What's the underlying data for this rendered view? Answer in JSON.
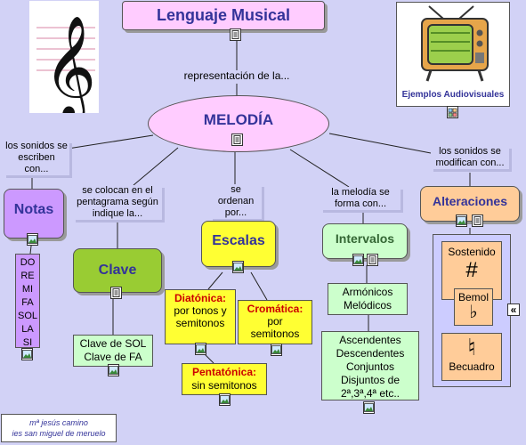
{
  "title": "Lenguaje Musical",
  "main_node": "MELODÍA",
  "main_link": "representación de la...",
  "tv_caption": "Ejemplos Audiovisuales",
  "links": {
    "notas": "los sonidos se escriben con...",
    "clave": "se colocan en el pentagrama según indique la...",
    "escalas": "se ordenan por...",
    "intervalos": "la melodía se forma con...",
    "alteraciones": "los sonidos se modifican con..."
  },
  "concepts": {
    "notas": "Notas",
    "clave": "Clave",
    "escalas": "Escalas",
    "intervalos": "Intervalos",
    "alteraciones": "Alteraciones"
  },
  "notes_list": [
    "DO",
    "RE",
    "MI",
    "FA",
    "SOL",
    "LA",
    "SI"
  ],
  "clave_detail": {
    "line1": "Clave de SOL",
    "line2": "Clave de FA"
  },
  "escalas_detail": {
    "diatonica_title": "Diatónica:",
    "diatonica_body": "por tonos y semitonos",
    "cromatica_title": "Cromática:",
    "cromatica_body": "por semitonos",
    "pentatonica_title": "Pentatónica:",
    "pentatonica_body": "sin semitonos"
  },
  "intervalos_detail": {
    "box1": "Armónicos Melódicos",
    "box2": "Ascendentes Descendentes Conjuntos Disjuntos de 2ª,3ª,4ª etc.."
  },
  "alteraciones_detail": {
    "sostenido": "Sostenido",
    "bemol": "Bemol",
    "becuadro": "Becuadro",
    "sharp_symbol": "#",
    "flat_symbol": "♭",
    "natural_symbol": "♮",
    "collapse_symbol": "«"
  },
  "credits": {
    "line1": "mª jesús camino",
    "line2": "ies san miguel de meruelo"
  },
  "colors": {
    "background": "#d2d2f6",
    "title_fill": "#ffccff",
    "main_fill": "#ffccff",
    "notas_fill": "#cc99ff",
    "clave_fill": "#99cc33",
    "escalas_fill": "#ffff33",
    "intervalos_fill": "#ccffcc",
    "alteraciones_fill": "#ffcc99",
    "concept_text": "#333399",
    "escalas_title_text": "#cc0000"
  }
}
